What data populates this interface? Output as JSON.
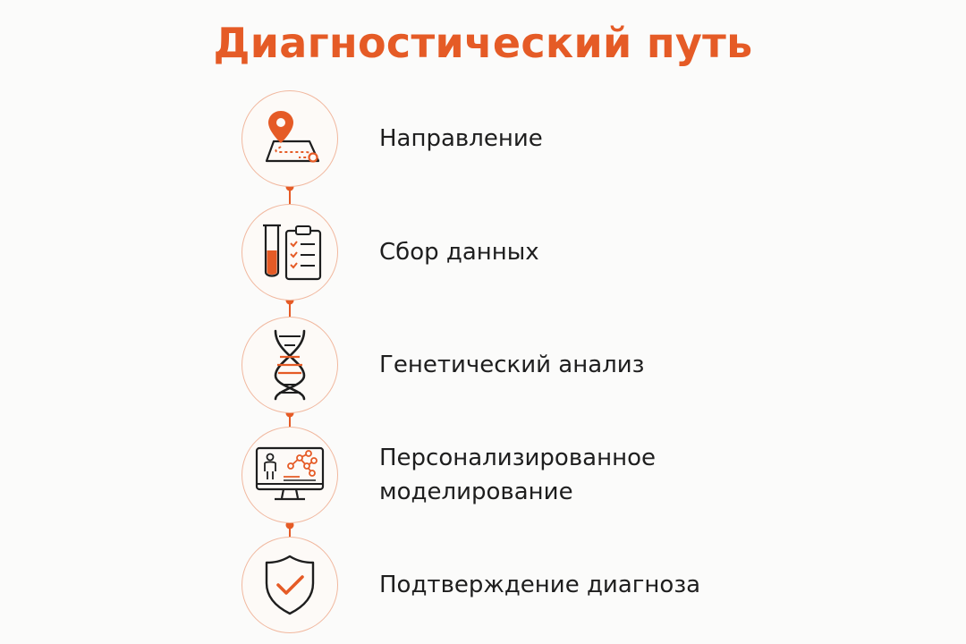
{
  "title": "Диагностический путь",
  "colors": {
    "accent": "#e55b26",
    "text": "#1e1e1e",
    "circle_border": "#f1b89f"
  },
  "steps": [
    {
      "label": "Направление",
      "icon": "map-pin-route-icon"
    },
    {
      "label": "Сбор данных",
      "icon": "test-tube-clipboard-icon"
    },
    {
      "label": "Генетический анализ",
      "icon": "dna-icon"
    },
    {
      "label": "Персонализированное моделирование",
      "icon": "monitor-model-icon"
    },
    {
      "label": "Подтверждение диагноза",
      "icon": "shield-check-icon"
    }
  ]
}
